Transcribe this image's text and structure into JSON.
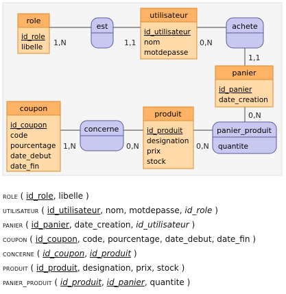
{
  "entities": {
    "role": {
      "title": "role",
      "attributes": [
        "id_role",
        "libelle"
      ]
    },
    "utilisateur": {
      "title": "utilisateur",
      "attributes": [
        "id_utilisateur",
        "nom",
        "motdepasse"
      ]
    },
    "panier": {
      "title": "panier",
      "attributes": [
        "id_panier",
        "date_creation"
      ]
    },
    "coupon": {
      "title": "coupon",
      "attributes": [
        "id_coupon",
        "code",
        "pourcentage",
        "date_debut",
        "date_fin"
      ]
    },
    "produit": {
      "title": "produit",
      "attributes": [
        "id_produit",
        "designation",
        "prix",
        "stock"
      ]
    }
  },
  "relations": {
    "est": {
      "title": "est",
      "attributes": []
    },
    "achete": {
      "title": "achete",
      "attributes": []
    },
    "concerne": {
      "title": "concerne",
      "attributes": []
    },
    "panier_produit": {
      "title": "panier_produit",
      "attributes": [
        "quantite"
      ]
    }
  },
  "cardinalities": {
    "role_est": "1,N",
    "utilisateur_est": "1,1",
    "utilisateur_achete": "0,N",
    "panier_achete": "1,1",
    "panier_panier_produit": "0,N",
    "coupon_concerne": "1,N",
    "produit_concerne": "0,N",
    "produit_panier_produit": "0,N"
  },
  "colors": {
    "entity_title_bg": "#ffb366",
    "entity_body_bg": "#ffd9a8",
    "entity_border": "#e08a2a",
    "relation_bg": "#c8c8f0",
    "relation_border": "#5a5a9a",
    "diagram_bg": "#f5f5f5"
  },
  "schema": [
    {
      "table": "role",
      "fields": [
        {
          "name": "id_role",
          "pk": true,
          "fk": false
        },
        {
          "name": "libelle",
          "pk": false,
          "fk": false
        }
      ]
    },
    {
      "table": "utilisateur",
      "fields": [
        {
          "name": "id_utilisateur",
          "pk": true,
          "fk": false
        },
        {
          "name": "nom",
          "pk": false,
          "fk": false
        },
        {
          "name": "motdepasse",
          "pk": false,
          "fk": false
        },
        {
          "name": "id_role",
          "pk": false,
          "fk": true
        }
      ]
    },
    {
      "table": "panier",
      "fields": [
        {
          "name": "id_panier",
          "pk": true,
          "fk": false
        },
        {
          "name": "date_creation",
          "pk": false,
          "fk": false
        },
        {
          "name": "id_utilisateur",
          "pk": false,
          "fk": true
        }
      ]
    },
    {
      "table": "coupon",
      "fields": [
        {
          "name": "id_coupon",
          "pk": true,
          "fk": false
        },
        {
          "name": "code",
          "pk": false,
          "fk": false
        },
        {
          "name": "pourcentage",
          "pk": false,
          "fk": false
        },
        {
          "name": "date_debut",
          "pk": false,
          "fk": false
        },
        {
          "name": "date_fin",
          "pk": false,
          "fk": false
        }
      ]
    },
    {
      "table": "concerne",
      "fields": [
        {
          "name": "id_coupon",
          "pk": true,
          "fk": true
        },
        {
          "name": "id_produit",
          "pk": true,
          "fk": true
        }
      ]
    },
    {
      "table": "produit",
      "fields": [
        {
          "name": "id_produit",
          "pk": true,
          "fk": false
        },
        {
          "name": "designation",
          "pk": false,
          "fk": false
        },
        {
          "name": "prix",
          "pk": false,
          "fk": false
        },
        {
          "name": "stock",
          "pk": false,
          "fk": false
        }
      ]
    },
    {
      "table": "panier_produit",
      "fields": [
        {
          "name": "id_produit",
          "pk": true,
          "fk": true
        },
        {
          "name": "id_panier",
          "pk": true,
          "fk": true
        },
        {
          "name": "quantite",
          "pk": false,
          "fk": false
        }
      ]
    }
  ]
}
